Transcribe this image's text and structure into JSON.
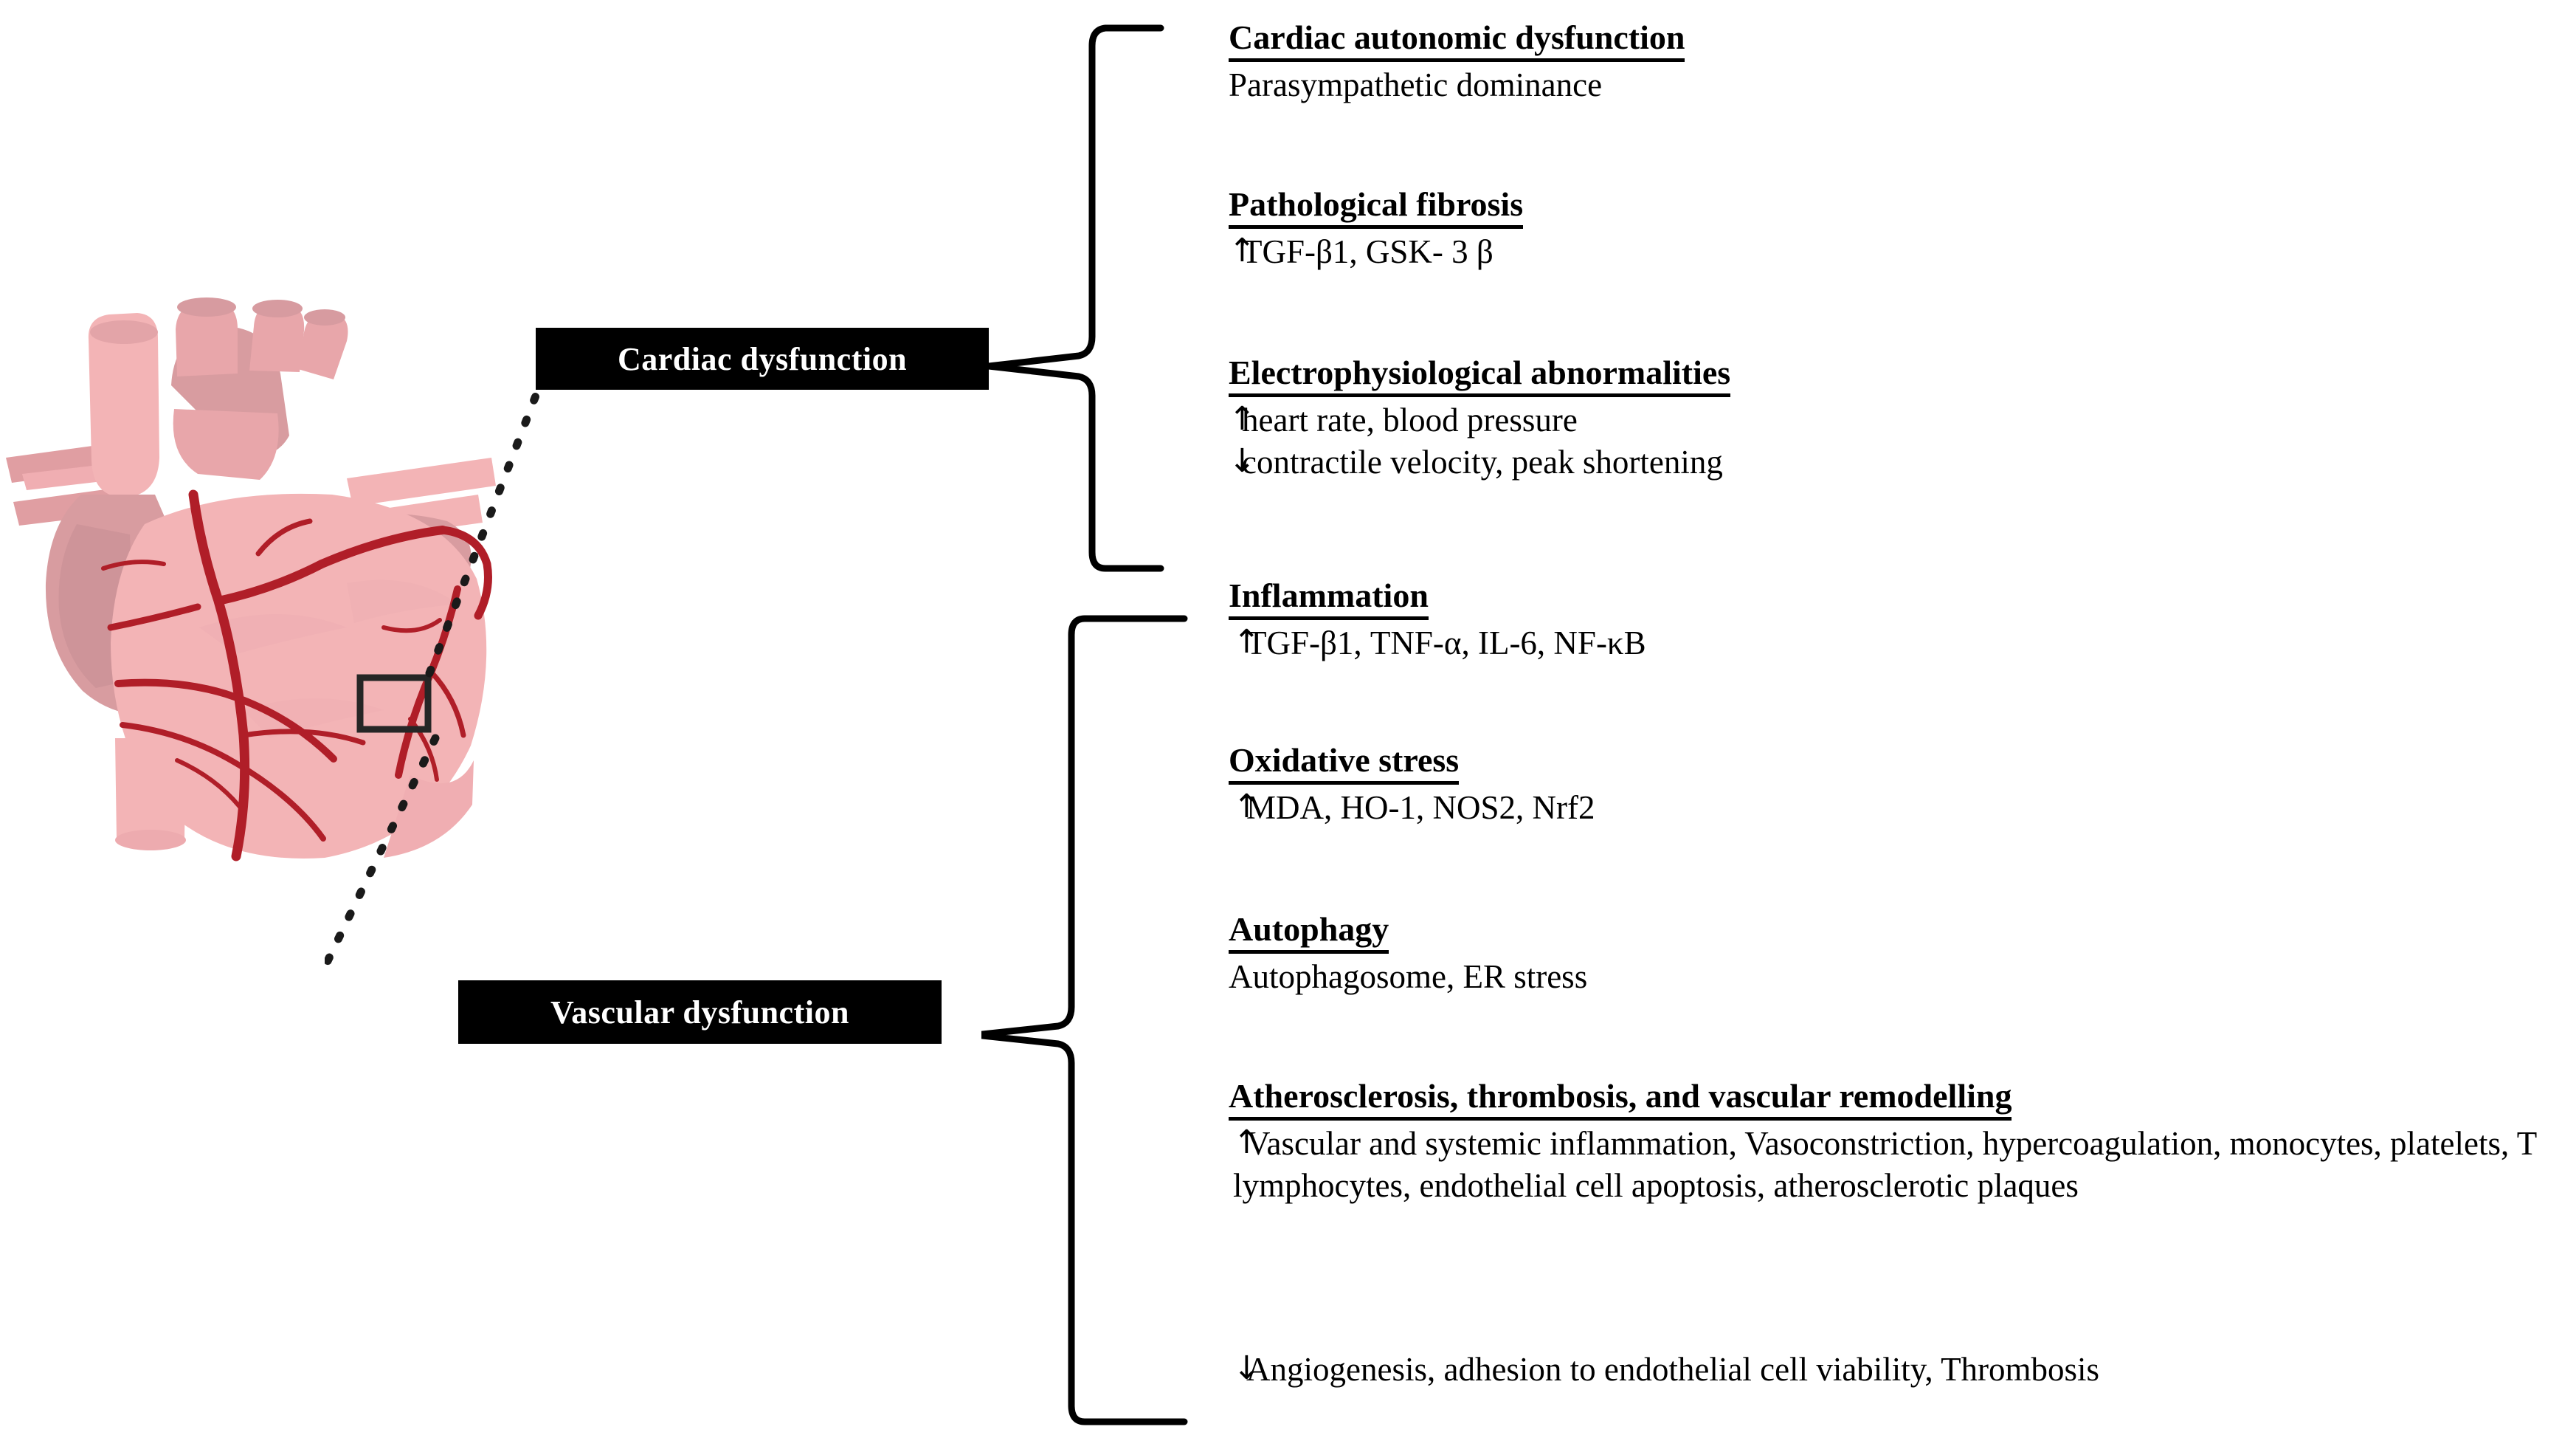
{
  "diagram": {
    "title": "Cardiac and vascular dysfunction pathways",
    "illustration": {
      "name": "anatomical-heart",
      "colors": {
        "body_light": "#F3B4B6",
        "chamber_dark": "#D89CA0",
        "vessel_mid": "#E8A6AA",
        "artery": "#B01E28",
        "highlight_box_stroke": "#262626",
        "callout_dash": "#1a1a1a"
      },
      "highlight_label": "coronary-vessel-detail"
    },
    "categories": [
      {
        "id": "cardiac",
        "label": "Cardiac dysfunction"
      },
      {
        "id": "vascular",
        "label": "Vascular dysfunction"
      }
    ]
  },
  "entries": [
    {
      "id": "cardiac-autonomic-dysfunction",
      "group": "cardiac",
      "heading": "Cardiac autonomic dysfunction",
      "lines": [
        {
          "arrow": "none",
          "text": "Parasympathetic dominance"
        }
      ]
    },
    {
      "id": "pathological-fibrosis",
      "group": "cardiac",
      "heading": "Pathological fibrosis",
      "lines": [
        {
          "arrow": "up",
          "text": "TGF-β1, GSK- 3 β"
        }
      ]
    },
    {
      "id": "electrophysiological-abnormalities",
      "group": "cardiac",
      "heading": "Electrophysiological abnormalities",
      "lines": [
        {
          "arrow": "up",
          "text": "heart rate, blood pressure"
        },
        {
          "arrow": "down",
          "text": "contractile velocity, peak shortening"
        }
      ]
    },
    {
      "id": "inflammation",
      "group": "vascular",
      "heading": "Inflammation",
      "lines": [
        {
          "arrow": "up",
          "text": "TGF-β1, TNF-α, IL-6, NF-κB"
        }
      ]
    },
    {
      "id": "oxidative-stress",
      "group": "vascular",
      "heading": "Oxidative stress",
      "lines": [
        {
          "arrow": "up",
          "text": "MDA, HO-1, NOS2, Nrf2"
        }
      ]
    },
    {
      "id": "autophagy",
      "group": "vascular",
      "heading": "Autophagy",
      "lines": [
        {
          "arrow": "none",
          "text": "Autophagosome, ER stress"
        }
      ]
    },
    {
      "id": "atherosclerosis-thrombosis-vascular-remodelling",
      "group": "vascular",
      "heading": "Atherosclerosis, thrombosis, and vascular remodelling",
      "lines": [
        {
          "arrow": "up",
          "text": "Vascular and systemic inflammation, Vasoconstriction, hypercoagulation, monocytes, platelets, T lymphocytes, endothelial cell apoptosis, atherosclerotic plaques"
        }
      ]
    },
    {
      "id": "angiogenesis-adhesion-thrombosis",
      "group": "vascular",
      "heading": "",
      "lines": [
        {
          "arrow": "down",
          "text": "Angiogenesis, adhesion to endothelial cell viability, Thrombosis"
        }
      ]
    }
  ]
}
